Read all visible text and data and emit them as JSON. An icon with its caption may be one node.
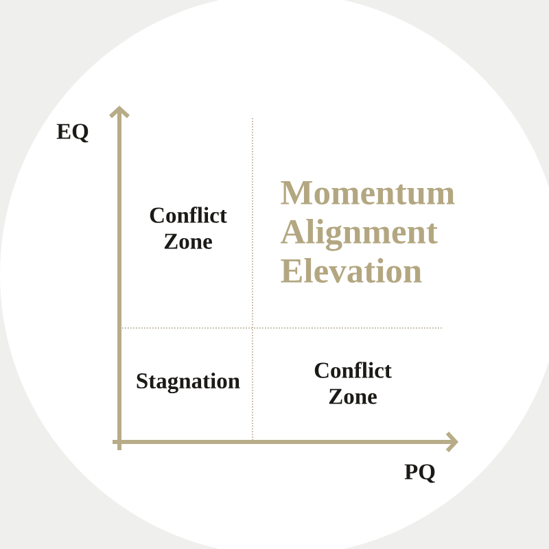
{
  "diagram": {
    "labels": [
      "EQ",
      "Conflict Zone",
      "Momentum Alignment Elevation",
      "Stagnation",
      "Conflict Zone",
      "PQ"
    ]
  }
}
